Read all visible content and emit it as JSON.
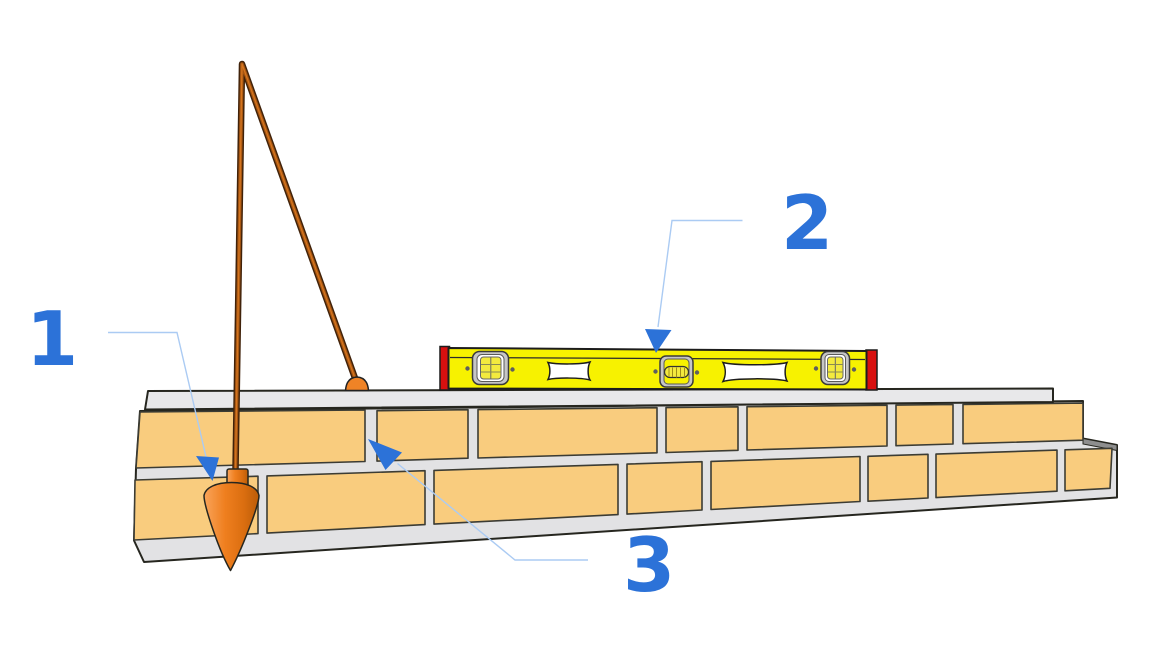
{
  "callouts": [
    {
      "label": "1",
      "target": "plumb-bob"
    },
    {
      "label": "2",
      "target": "spirit-level"
    },
    {
      "label": "3",
      "target": "mortar-joint"
    }
  ],
  "objects": {
    "plumb_bob": "plumb-bob",
    "spirit_level": "spirit-level",
    "brick_wall": "brick-wall",
    "mortar_joint": "mortar-joint"
  },
  "colors": {
    "background": "#FFFFFF",
    "callout_blue": "#2C72D8",
    "leader_blue": "#ABCBF3",
    "brick": "#F9CC7E",
    "brick_outline": "#3C3C34",
    "mortar_gray": "#E2E2E4",
    "cap_gray": "#E8E8EA",
    "step_gray": "#8E8E8E",
    "outline_dark": "#26261F",
    "level_yellow": "#F7F200",
    "level_red": "#D8100F",
    "vial_gray": "#C6C6C6",
    "vial_yellow": "#F3EA3E",
    "plumb_orange": "#EF7F1F",
    "string_brown": "#A55511",
    "anchor_orange": "#EF8326"
  }
}
